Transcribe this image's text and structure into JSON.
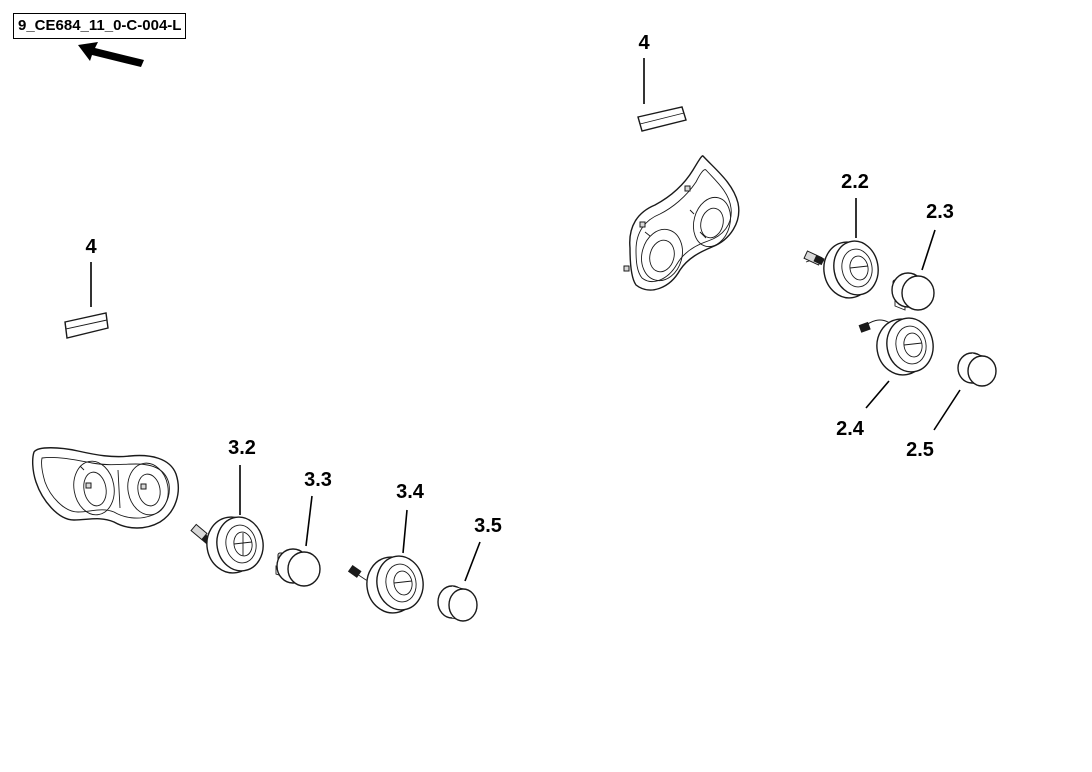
{
  "reference_code": "9_CE684_11_0-C-004-L",
  "callouts": {
    "c4_right": "4",
    "c2_2": "2.2",
    "c2_3": "2.3",
    "c2_4": "2.4",
    "c2_5": "2.5",
    "c4_left": "4",
    "c3_2": "3.2",
    "c3_3": "3.3",
    "c3_4": "3.4",
    "c3_5": "3.5"
  }
}
